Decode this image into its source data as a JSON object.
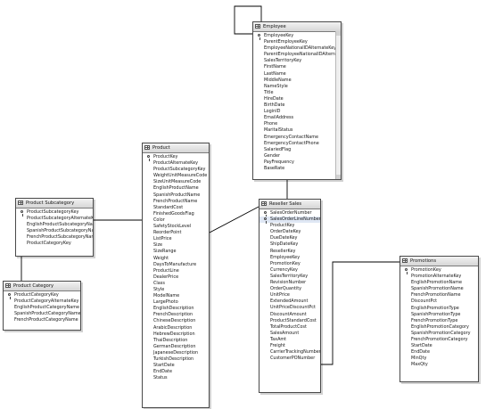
{
  "tables": [
    {
      "id": "employee",
      "title": "Employee",
      "columns": [
        "EmployeeKey",
        "ParentEmployeeKey",
        "EmployeeNationalIDAlternateKey",
        "ParentEmployeeNationalIDAltern...",
        "SalesTerritoryKey",
        "FirstName",
        "LastName",
        "MiddleName",
        "NameStyle",
        "Title",
        "HireDate",
        "BirthDate",
        "LoginID",
        "EmailAddress",
        "Phone",
        "MaritalStatus",
        "EmergencyContactName",
        "EmergencyContactPhone",
        "SalariedFlag",
        "Gender",
        "PayFrequency",
        "BaseRate"
      ],
      "keys": [
        0
      ],
      "selected": [],
      "scrollbar": true
    },
    {
      "id": "product",
      "title": "Product",
      "columns": [
        "ProductKey",
        "ProductAlternateKey",
        "ProductSubcategoryKey",
        "WeightUnitMeasureCode",
        "SizeUnitMeasureCode",
        "EnglishProductName",
        "SpanishProductName",
        "FrenchProductName",
        "StandardCost",
        "FinishedGoodsFlag",
        "Color",
        "SafetyStockLevel",
        "ReorderPoint",
        "ListPrice",
        "Size",
        "SizeRange",
        "Weight",
        "DaysToManufacture",
        "ProductLine",
        "DealerPrice",
        "Class",
        "Style",
        "ModelName",
        "LargePhoto",
        "EnglishDescription",
        "FrenchDescription",
        "ChineseDescription",
        "ArabicDescription",
        "HebrewDescription",
        "ThaiDescription",
        "GermanDescription",
        "JapaneseDescription",
        "TurkishDescription",
        "StartDate",
        "EndDate",
        "Status"
      ],
      "keys": [
        0
      ],
      "selected": [],
      "scrollbar": false
    },
    {
      "id": "product-subcategory",
      "title": "Product Subcategory",
      "columns": [
        "ProductSubcategoryKey",
        "ProductSubcategoryAlternateKey",
        "EnglishProductSubcategoryName",
        "SpanishProductSubcategoryName",
        "FrenchProductSubcategoryName",
        "ProductCategoryKey"
      ],
      "keys": [
        0
      ],
      "selected": [],
      "scrollbar": false
    },
    {
      "id": "product-category",
      "title": "Product Category",
      "columns": [
        "ProductCategoryKey",
        "ProductCategoryAlternateKey",
        "EnglishProductCategoryName",
        "SpanishProductCategoryName",
        "FrenchProductCategoryName"
      ],
      "keys": [
        0
      ],
      "selected": [],
      "scrollbar": false
    },
    {
      "id": "reseller-sales",
      "title": "Reseller Sales",
      "columns": [
        "SalesOrderNumber",
        "SalesOrderLineNumber",
        "ProductKey",
        "OrderDateKey",
        "DueDateKey",
        "ShipDateKey",
        "ResellerKey",
        "EmployeeKey",
        "PromotionKey",
        "CurrencyKey",
        "SalesTerritoryKey",
        "RevisionNumber",
        "OrderQuantity",
        "UnitPrice",
        "ExtendedAmount",
        "UnitPriceDiscountPct",
        "DiscountAmount",
        "ProductStandardCost",
        "TotalProductCost",
        "SalesAmount",
        "TaxAmt",
        "Freight",
        "CarrierTrackingNumber",
        "CustomerPONumber"
      ],
      "keys": [
        0,
        1
      ],
      "selected": [
        1
      ],
      "scrollbar": false
    },
    {
      "id": "promotions",
      "title": "Promotions",
      "columns": [
        "PromotionKey",
        "PromotionAlternateKey",
        "EnglishPromotionName",
        "SpanishPromotionName",
        "FrenchPromotionName",
        "DiscountPct",
        "EnglishPromotionType",
        "SpanishPromotionType",
        "FrenchPromotionType",
        "EnglishPromotionCategory",
        "SpanishPromotionCategory",
        "FrenchPromotionCategory",
        "StartDate",
        "EndDate",
        "MinQty",
        "MaxQty"
      ],
      "keys": [
        0
      ],
      "selected": [],
      "scrollbar": false
    }
  ],
  "relationships": [
    {
      "from": "employee",
      "to": "employee",
      "type": "self"
    },
    {
      "from": "reseller-sales",
      "to": "employee"
    },
    {
      "from": "reseller-sales",
      "to": "product"
    },
    {
      "from": "product",
      "to": "product-subcategory"
    },
    {
      "from": "product-subcategory",
      "to": "product-category"
    },
    {
      "from": "reseller-sales",
      "to": "promotions"
    }
  ],
  "colors": {
    "border": "#4a4a4a",
    "header": "#d6d6d6",
    "line": "#000000",
    "selection": "#dfe7f4"
  }
}
